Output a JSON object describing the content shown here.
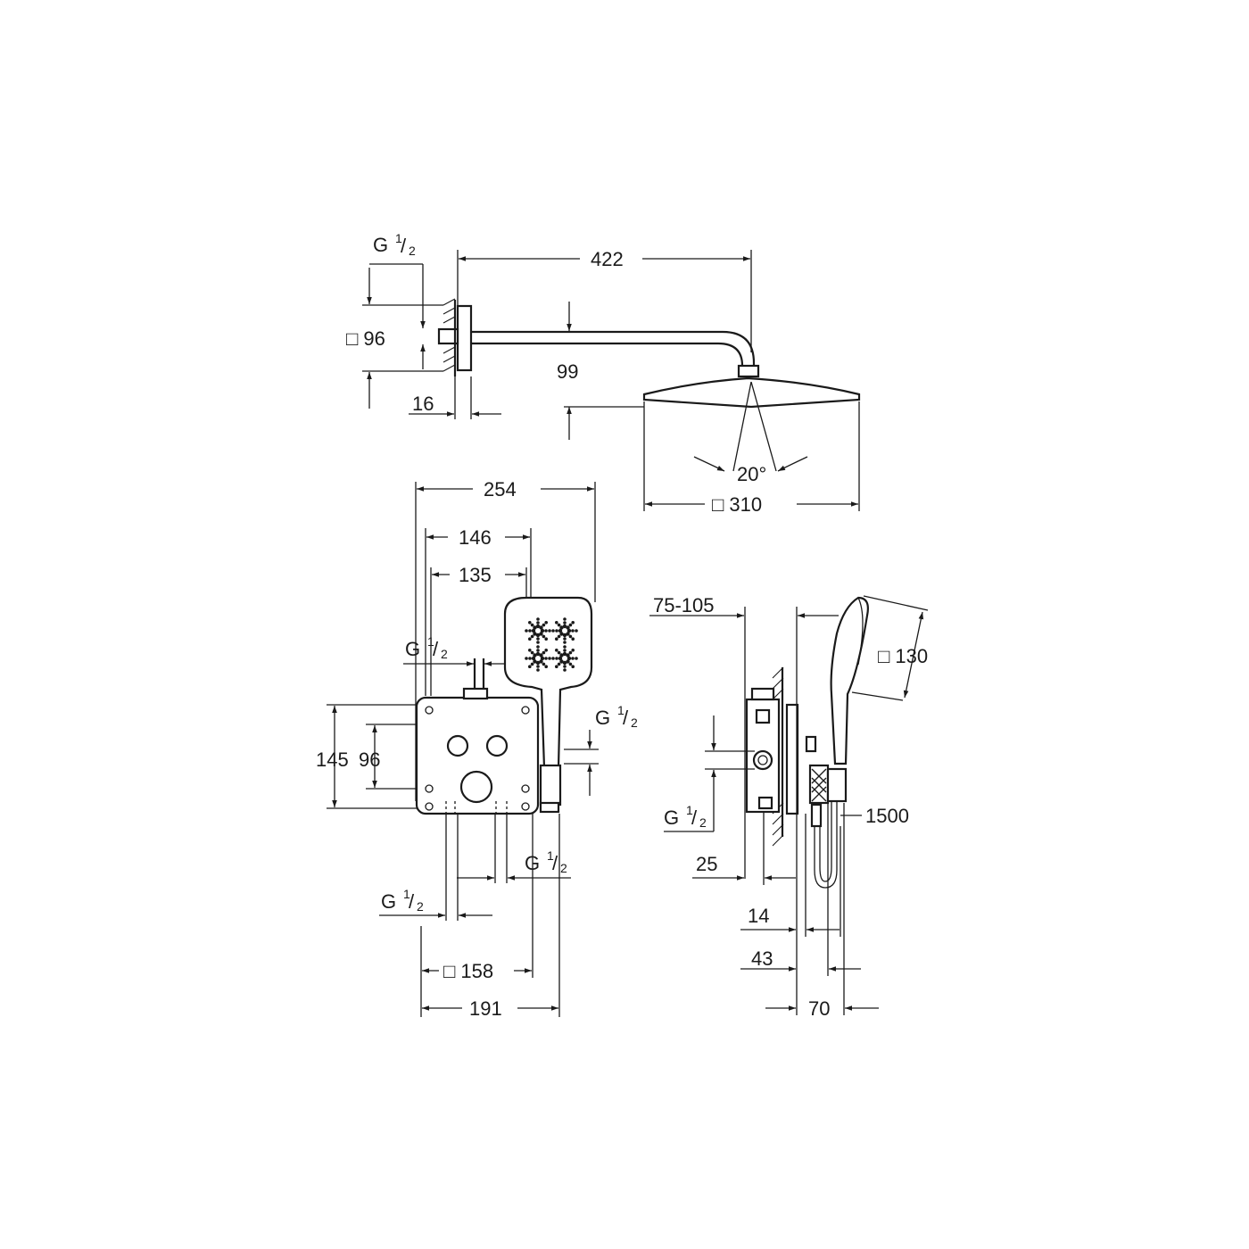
{
  "colors": {
    "line": "#1a1a1a",
    "background": "#ffffff"
  },
  "head_view": {
    "thread_label": "G",
    "thread_fraction_num": "1",
    "thread_fraction_den": "2",
    "square_96": "□ 96",
    "dim_422": "422",
    "dim_99": "99",
    "dim_16": "16",
    "angle_20": "20°",
    "square_310": "□ 310"
  },
  "front_view": {
    "dim_254": "254",
    "dim_146": "146",
    "dim_135": "135",
    "dim_145": "145",
    "dim_96": "96",
    "thread_label": "G",
    "thread_fraction_num": "1",
    "thread_fraction_den": "2",
    "square_158": "□ 158",
    "dim_191": "191"
  },
  "side_view": {
    "dim_75_105": "75-105",
    "square_130": "□ 130",
    "dim_1500": "1500",
    "thread_label": "G",
    "thread_fraction_num": "1",
    "thread_fraction_den": "2",
    "dim_25": "25",
    "dim_14": "14",
    "dim_43": "43",
    "dim_70": "70"
  }
}
